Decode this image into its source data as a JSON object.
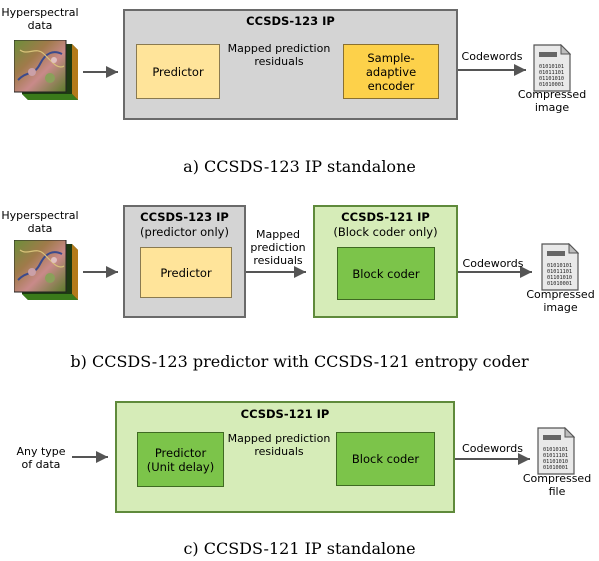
{
  "colors": {
    "ip_gray_fill": "#d4d4d4",
    "ip_green_fill": "#d6ecb8",
    "predictor_fill": "#ffe49a",
    "encoder_fill": "#fdd14a",
    "block_coder_fill": "#7cc44a",
    "arrow": "#555555"
  },
  "panel_a": {
    "input_label": "Hyperspectral\ndata",
    "ip_title": "CCSDS-123 IP",
    "predictor": "Predictor",
    "mid_label": "Mapped prediction\nresiduals",
    "encoder": "Sample-\nadaptive\nencoder",
    "out_label": "Codewords",
    "output_label": "Compressed\nimage",
    "caption": "a) CCSDS-123 IP standalone"
  },
  "panel_b": {
    "input_label": "Hyperspectral\ndata",
    "ip1_title": "CCSDS-123 IP",
    "ip1_sub": "(predictor only)",
    "predictor": "Predictor",
    "mid_label": "Mapped\nprediction\nresiduals",
    "ip2_title": "CCSDS-121 IP",
    "ip2_sub": "(Block coder only)",
    "block_coder": "Block coder",
    "out_label": "Codewords",
    "output_label": "Compressed\nimage",
    "caption": "b) CCSDS-123 predictor with CCSDS-121 entropy coder"
  },
  "panel_c": {
    "input_label": "Any type\nof data",
    "ip_title": "CCSDS-121 IP",
    "predictor": "Predictor\n(Unit delay)",
    "mid_label": "Mapped prediction\nresiduals",
    "block_coder": "Block coder",
    "out_label": "Codewords",
    "output_label": "Compressed\nfile",
    "caption": "c) CCSDS-121 IP standalone"
  },
  "file_icon_bits": [
    "01010101",
    "01011101",
    "01101010",
    "01010001"
  ]
}
